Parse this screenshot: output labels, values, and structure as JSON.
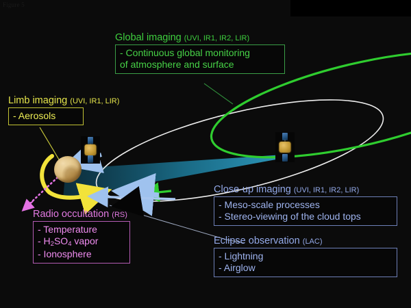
{
  "figure": {
    "caption": "Figure 5"
  },
  "colors": {
    "background": "#0b0b0b",
    "global_green": "#47d247",
    "limb_yellow": "#eeee55",
    "radio_magenta": "#f08cf0",
    "imaging_blue": "#9fb4ef",
    "orbit_white": "#e8e8e8",
    "beam_teal": "#1d7fa0",
    "planet_tan": "#d8b878"
  },
  "annotations": {
    "global_imaging": {
      "title": "Global imaging",
      "instruments": "(UVI, IR1, IR2, LIR)",
      "items": [
        "- Continuous global monitoring",
        "  of atmosphere and surface"
      ]
    },
    "limb_imaging": {
      "title": "Limb imaging",
      "instruments": "(UVI, IR1, LIR)",
      "items": [
        "- Aerosols"
      ]
    },
    "radio_occultation": {
      "title": "Radio occultation",
      "instruments": "(RS)",
      "items": [
        "- Temperature",
        "- H2SO4 vapor",
        "- Ionosphere"
      ],
      "item_temperature": "- Temperature",
      "item_vapor_pre": "- H",
      "item_vapor_sub1": "2",
      "item_vapor_mid": "SO",
      "item_vapor_sub2": "4",
      "item_vapor_post": " vapor",
      "item_ionosphere": "- Ionosphere"
    },
    "close_up_imaging": {
      "title": "Close-up imaging",
      "instruments": "(UVI, IR1, IR2, LIR)",
      "items": [
        "- Meso-scale processes",
        "- Stereo-viewing of the cloud tops"
      ]
    },
    "eclipse_observation": {
      "title": "Eclipse observation",
      "instruments": "(LAC)",
      "items": [
        "- Lightning",
        "- Airglow"
      ]
    }
  },
  "diagram": {
    "planet_name": "venus",
    "spacecraft_periapsis_name": "orbiter-near-periapsis",
    "spacecraft_apoapsis_name": "orbiter-near-apoapsis",
    "orbit_name": "elliptical-orbit-track",
    "green_ellipse_name": "global-imaging-coverage-ellipse",
    "beam_name": "close-up-imaging-view-cone",
    "yellow_arc_name": "limb-imaging-arc",
    "radio_path_name": "radio-occultation-ray-path"
  }
}
